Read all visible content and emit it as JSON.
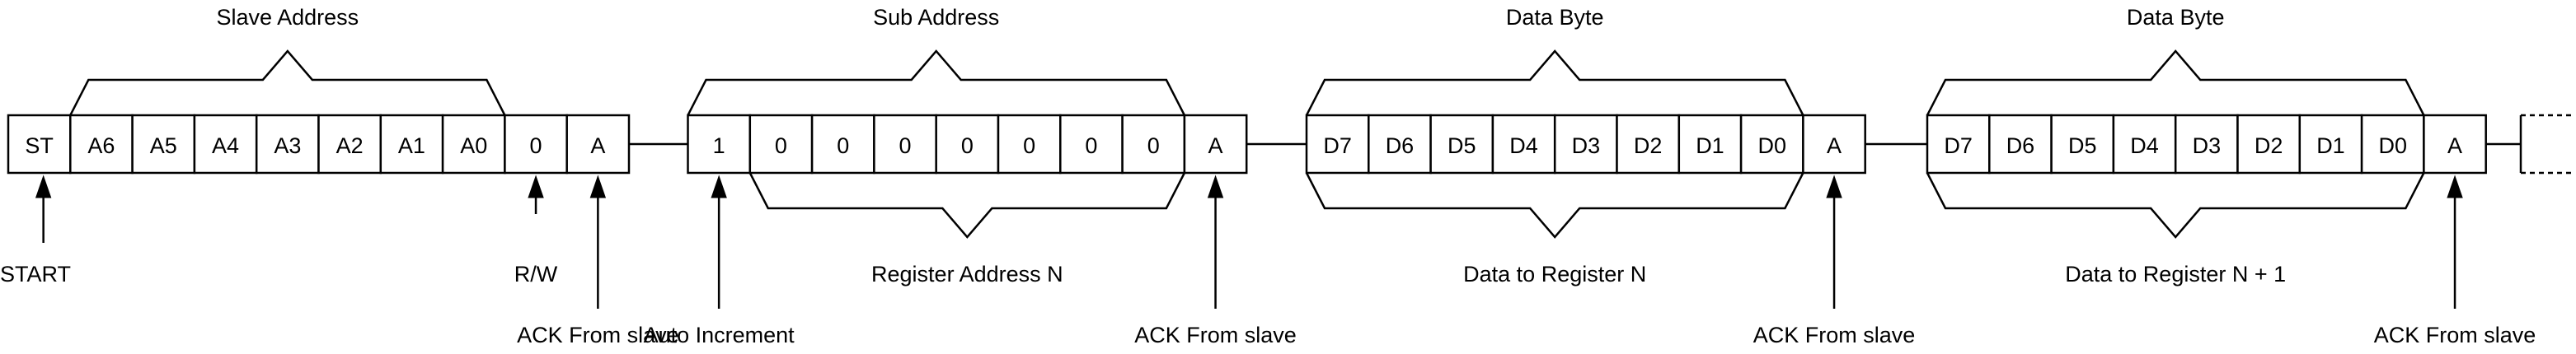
{
  "colors": {
    "line": "#000000",
    "highlight": "#e8231b",
    "background": "#ffffff"
  },
  "groups": [
    {
      "title": "Slave Address",
      "cells": [
        "ST",
        "A6",
        "A5",
        "A4",
        "A3",
        "A2",
        "A1",
        "A0",
        "0",
        "A"
      ]
    },
    {
      "title": "Sub Address",
      "cells": [
        "1",
        "0",
        "0",
        "0",
        "0",
        "0",
        "0",
        "0",
        "A"
      ],
      "highlight_cell": 0,
      "lower_label": "Register Address N"
    },
    {
      "title": "Data Byte",
      "cells": [
        "D7",
        "D6",
        "D5",
        "D4",
        "D3",
        "D2",
        "D1",
        "D0",
        "A"
      ],
      "lower_label": "Data to Register N"
    },
    {
      "title": "Data Byte",
      "cells": [
        "D7",
        "D6",
        "D5",
        "D4",
        "D3",
        "D2",
        "D1",
        "D0",
        "A"
      ],
      "lower_label": "Data to Register N + 1"
    }
  ],
  "annotations": [
    {
      "label": "START",
      "points_to": "ST"
    },
    {
      "label": "R/W",
      "points_to": "0"
    },
    {
      "label": "ACK From slave",
      "points_to": "A"
    },
    {
      "label": "Auto Increment",
      "points_to": "1"
    },
    {
      "label": "ACK From slave",
      "points_to": "A"
    },
    {
      "label": "ACK From slave",
      "points_to": "A"
    },
    {
      "label": "ACK From slave",
      "points_to": "A"
    }
  ]
}
